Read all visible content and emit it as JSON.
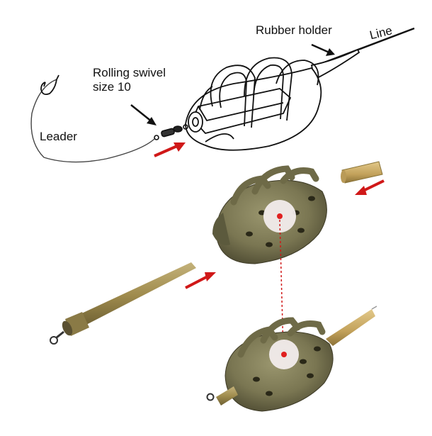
{
  "labels": {
    "rubber_holder": "Rubber holder",
    "line": "Line",
    "rolling_swivel_line1": "Rolling swivel",
    "rolling_swivel_line2": "size 10",
    "leader": "Leader"
  },
  "icons": {
    "hook": "hook-icon",
    "swivel": "swivel-icon",
    "feeder_drawing": "feeder-cage-drawing",
    "feeder_photo_disassembled": "feeder-photo-disassembled",
    "feeder_photo_assembled": "feeder-photo-assembled"
  },
  "colors": {
    "arrow_red": "#d01818",
    "feeder_olive": "#7f7b56",
    "tube_tan": "#a89556",
    "holder_tan": "#c9ab62",
    "marker_white": "#f2ecec",
    "marker_red": "#e02020"
  }
}
